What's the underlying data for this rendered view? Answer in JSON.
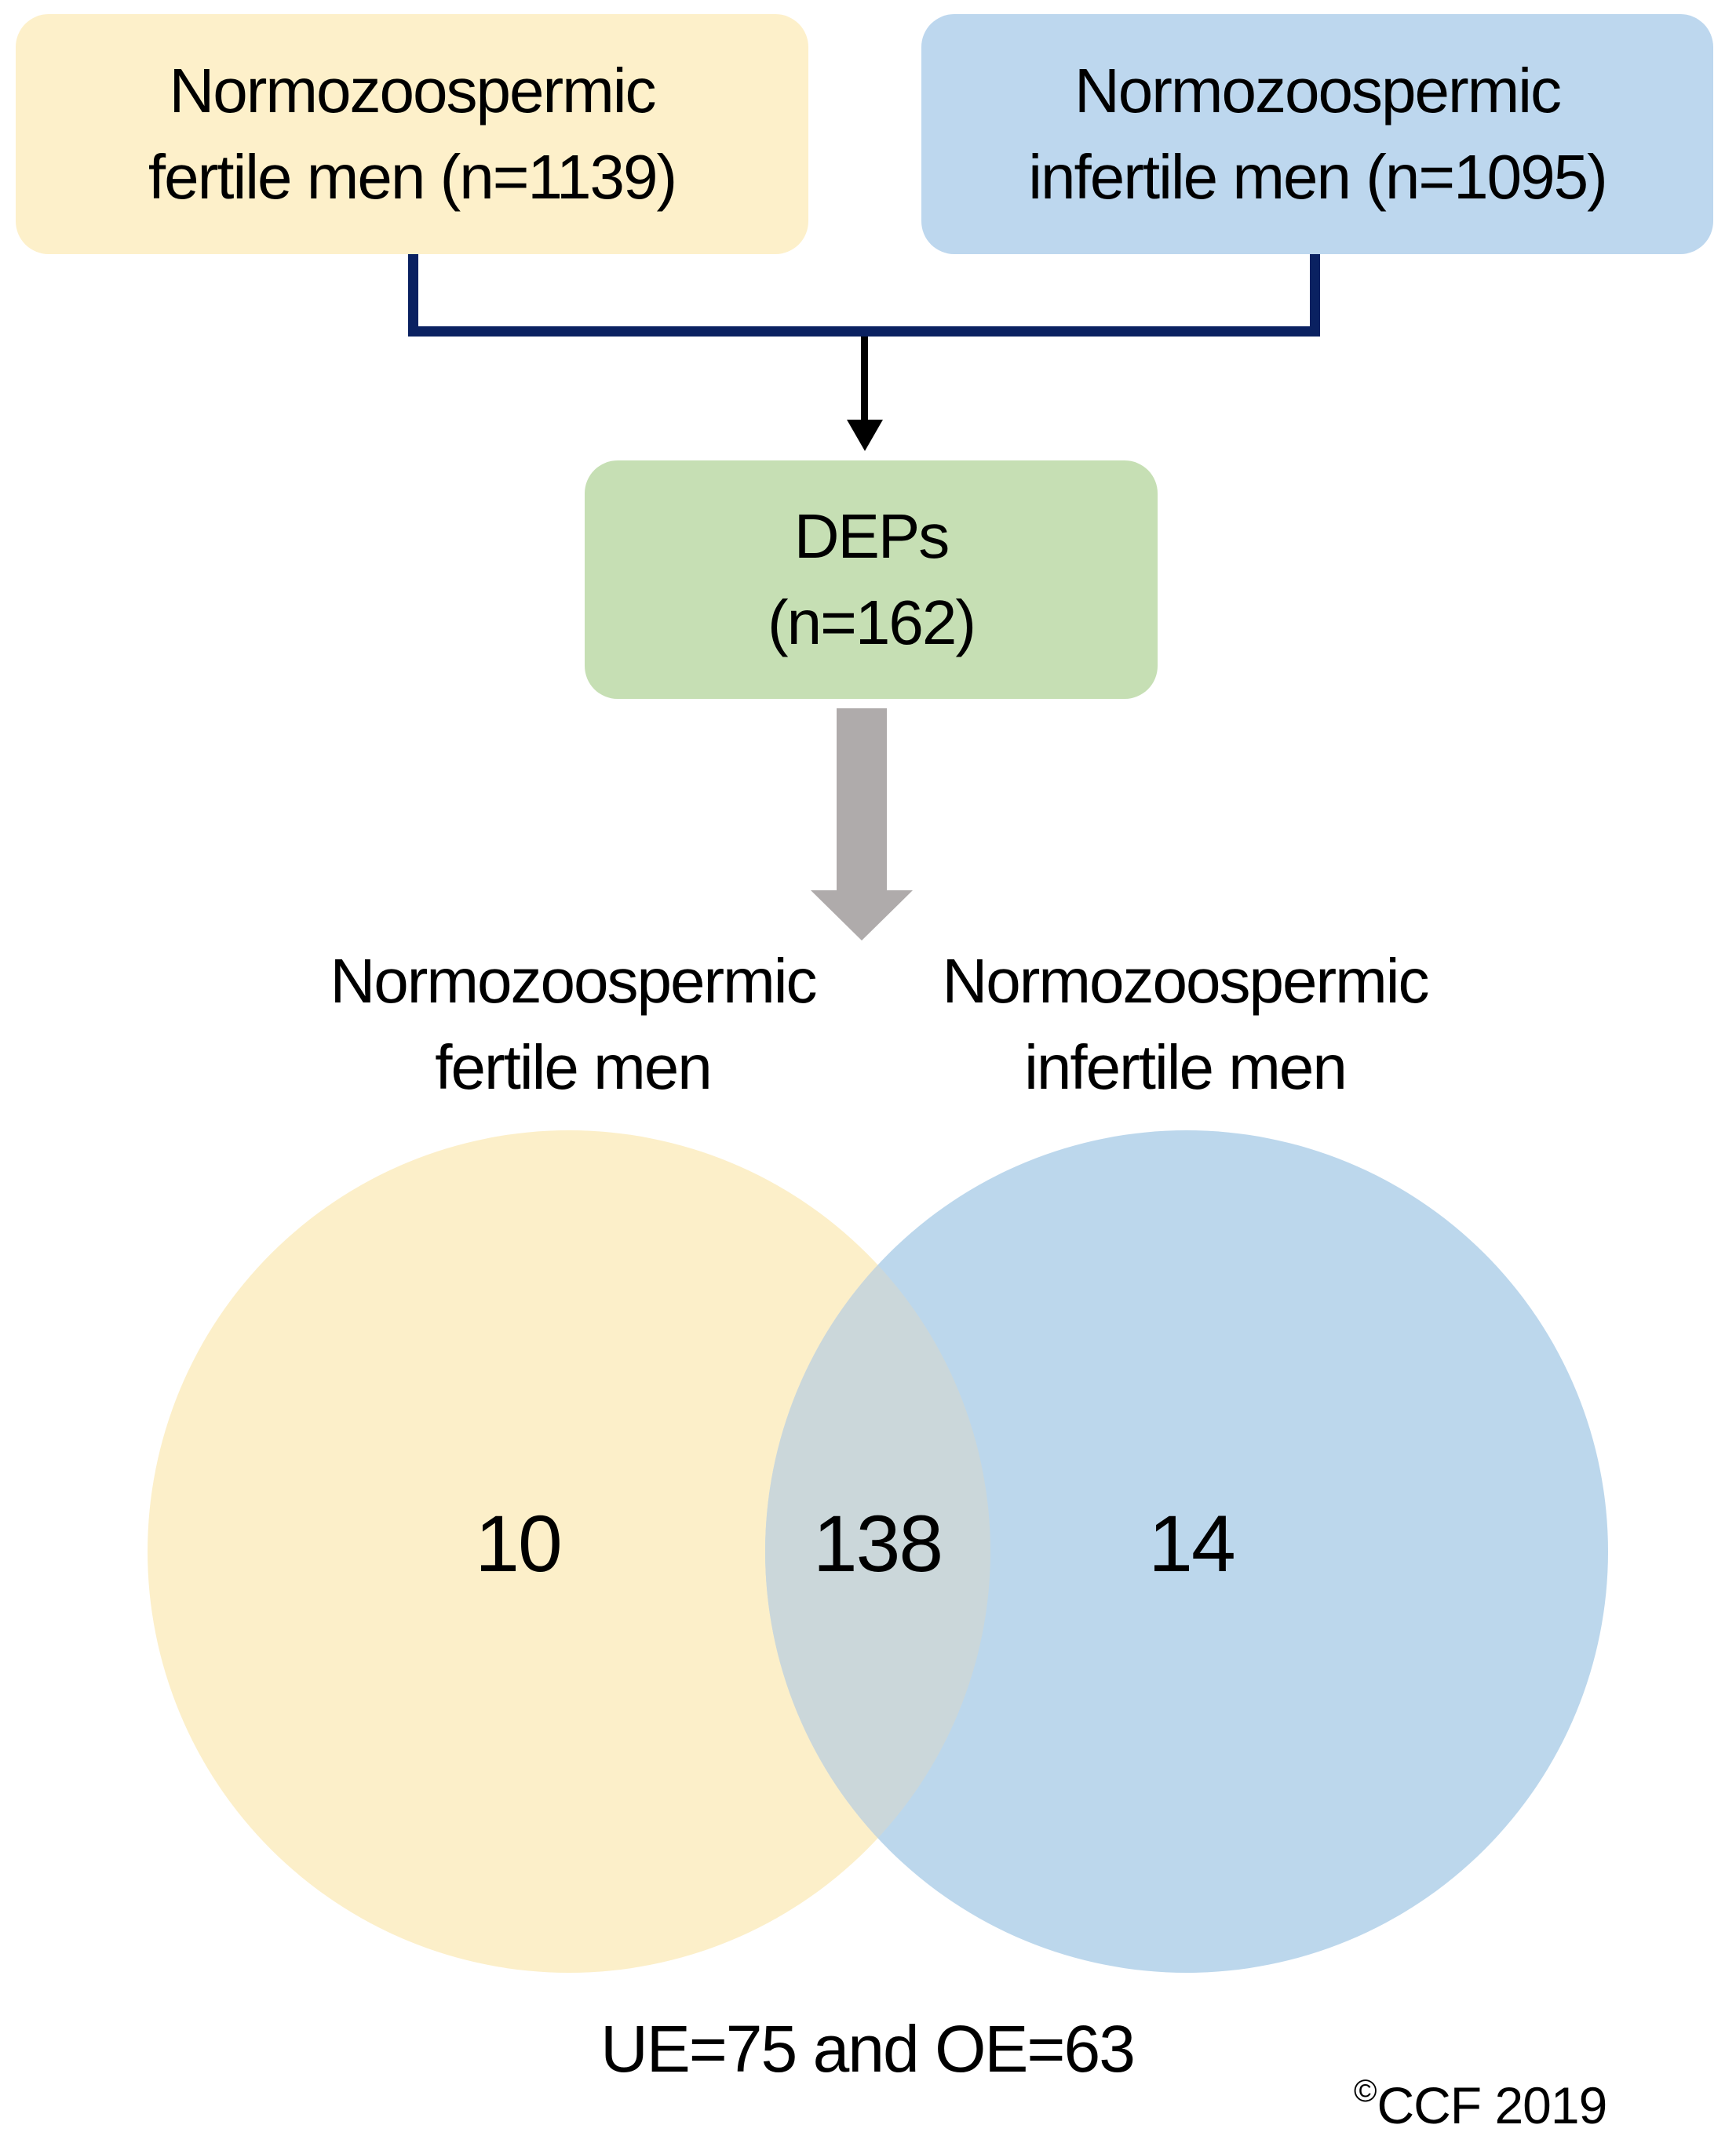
{
  "figure": {
    "flow": {
      "fertile_box": {
        "line1": "Normozoospermic",
        "line2": "fertile men (n=1139)",
        "fill": "#FDF0CA"
      },
      "infertile_box": {
        "line1": "Normozoospermic",
        "line2": "infertile men (n=1095)",
        "fill": "#BDD7EE"
      },
      "deps_box": {
        "line1": "DEPs",
        "line2": "(n=162)",
        "fill": "#C6DFB4"
      },
      "bracket_color": "#0A2161",
      "black_arrow_color": "#000000",
      "gray_arrow_color": "#AFABAB"
    },
    "venn": {
      "left_label": {
        "line1": "Normozoospermic",
        "line2": "fertile men"
      },
      "right_label": {
        "line1": "Normozoospermic",
        "line2": "infertile men"
      },
      "left_value": "10",
      "overlap_value": "138",
      "right_value": "14",
      "left_fill": "#FCEFC9",
      "right_fill": "#BCD7EC",
      "overlap_fill": "#CBD7DA"
    },
    "footer": {
      "summary": "UE=75 and OE=63",
      "credit_mark": "©",
      "credit_text": "CCF 2019"
    }
  }
}
